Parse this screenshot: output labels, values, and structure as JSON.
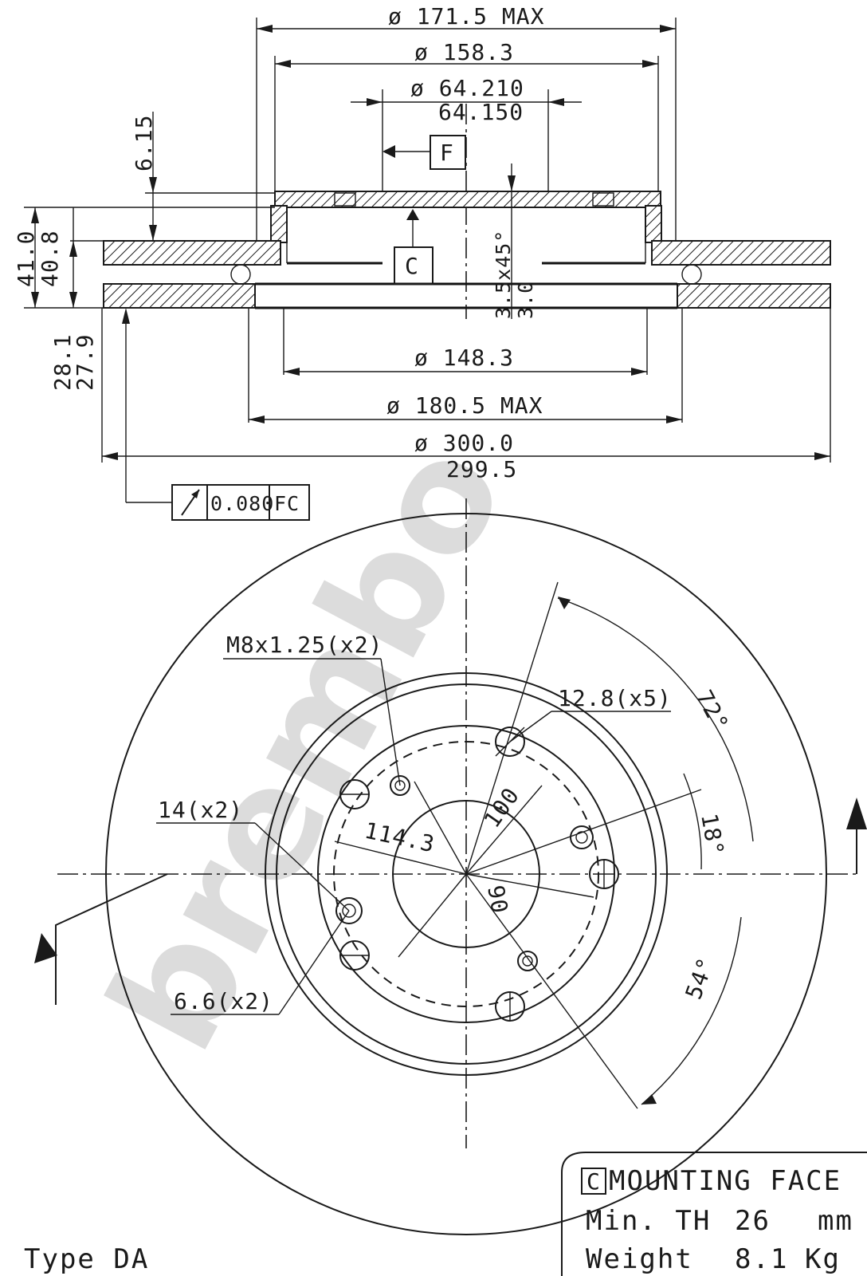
{
  "watermark": "brembo",
  "section_view": {
    "dim_171_5": "ø 171.5 MAX",
    "dim_158_3": "ø 158.3",
    "dim_64_210": "ø 64.210",
    "dim_64_150": "64.150",
    "dim_6_15": "6.15",
    "dim_41_0": "41.0",
    "dim_40_8": "40.8",
    "dim_28_1": "28.1",
    "dim_27_9": "27.9",
    "chamfer": "3.5x45°",
    "dim_3_0": "3.0",
    "dim_148_3": "ø 148.3",
    "dim_180_5": "ø 180.5 MAX",
    "dim_300_0": "ø 300.0",
    "dim_299_5": "299.5",
    "datum_f": "F",
    "datum_c": "C",
    "tolerance_value": "0.080",
    "tolerance_datums": "FC"
  },
  "front_view": {
    "thread": "M8x1.25(x2)",
    "hole_12_8": "12.8(x5)",
    "angle_72": "72°",
    "dim_100": "100",
    "dim_114_3": "114.3",
    "angle_18": "18°",
    "hole_14": "14(x2)",
    "dim_90": "90",
    "hole_6_6": "6.6(x2)",
    "angle_54": "54°"
  },
  "info": {
    "mounting_marker": "C",
    "mounting_label": "MOUNTING FACE",
    "min_label": "Min. TH",
    "min_value": "26",
    "min_unit": "mm",
    "weight_label": "Weight",
    "weight_value": "8.1",
    "weight_unit": "Kg",
    "type_label": "Type DA"
  }
}
